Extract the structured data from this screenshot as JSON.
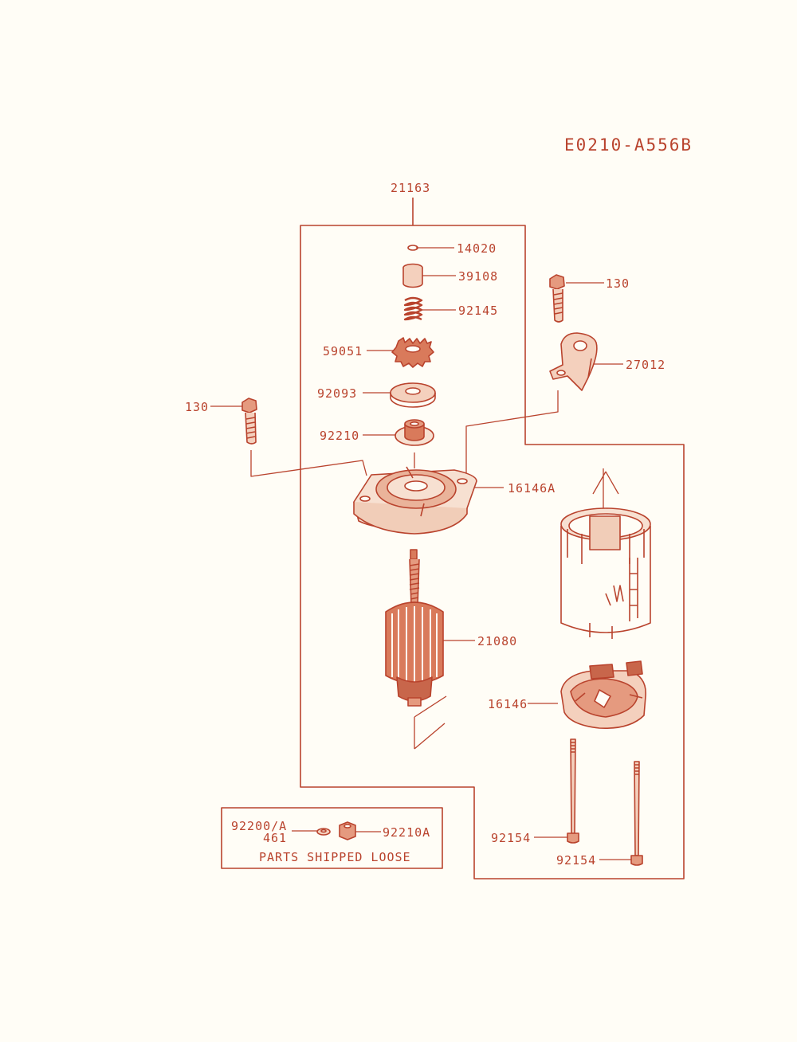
{
  "diagram_code": "E0210-A556B",
  "colors": {
    "ink": "#b9432d",
    "fill": "#c8664b",
    "background": "#fffdf6"
  },
  "parts": {
    "p21163": "21163",
    "p14020": "14020",
    "p39108": "39108",
    "p92145": "92145",
    "p130_right": "130",
    "p59051": "59051",
    "p27012": "27012",
    "p92093": "92093",
    "p130_left": "130",
    "p92210": "92210",
    "p16146A": "16146A",
    "p21080": "21080",
    "p16146": "16146",
    "p92154_a": "92154",
    "p92154_b": "92154"
  },
  "loose_box": {
    "left_label_line1": "92200/A",
    "left_label_line2": "461",
    "right_label": "92210A",
    "caption": "PARTS SHIPPED LOOSE"
  }
}
